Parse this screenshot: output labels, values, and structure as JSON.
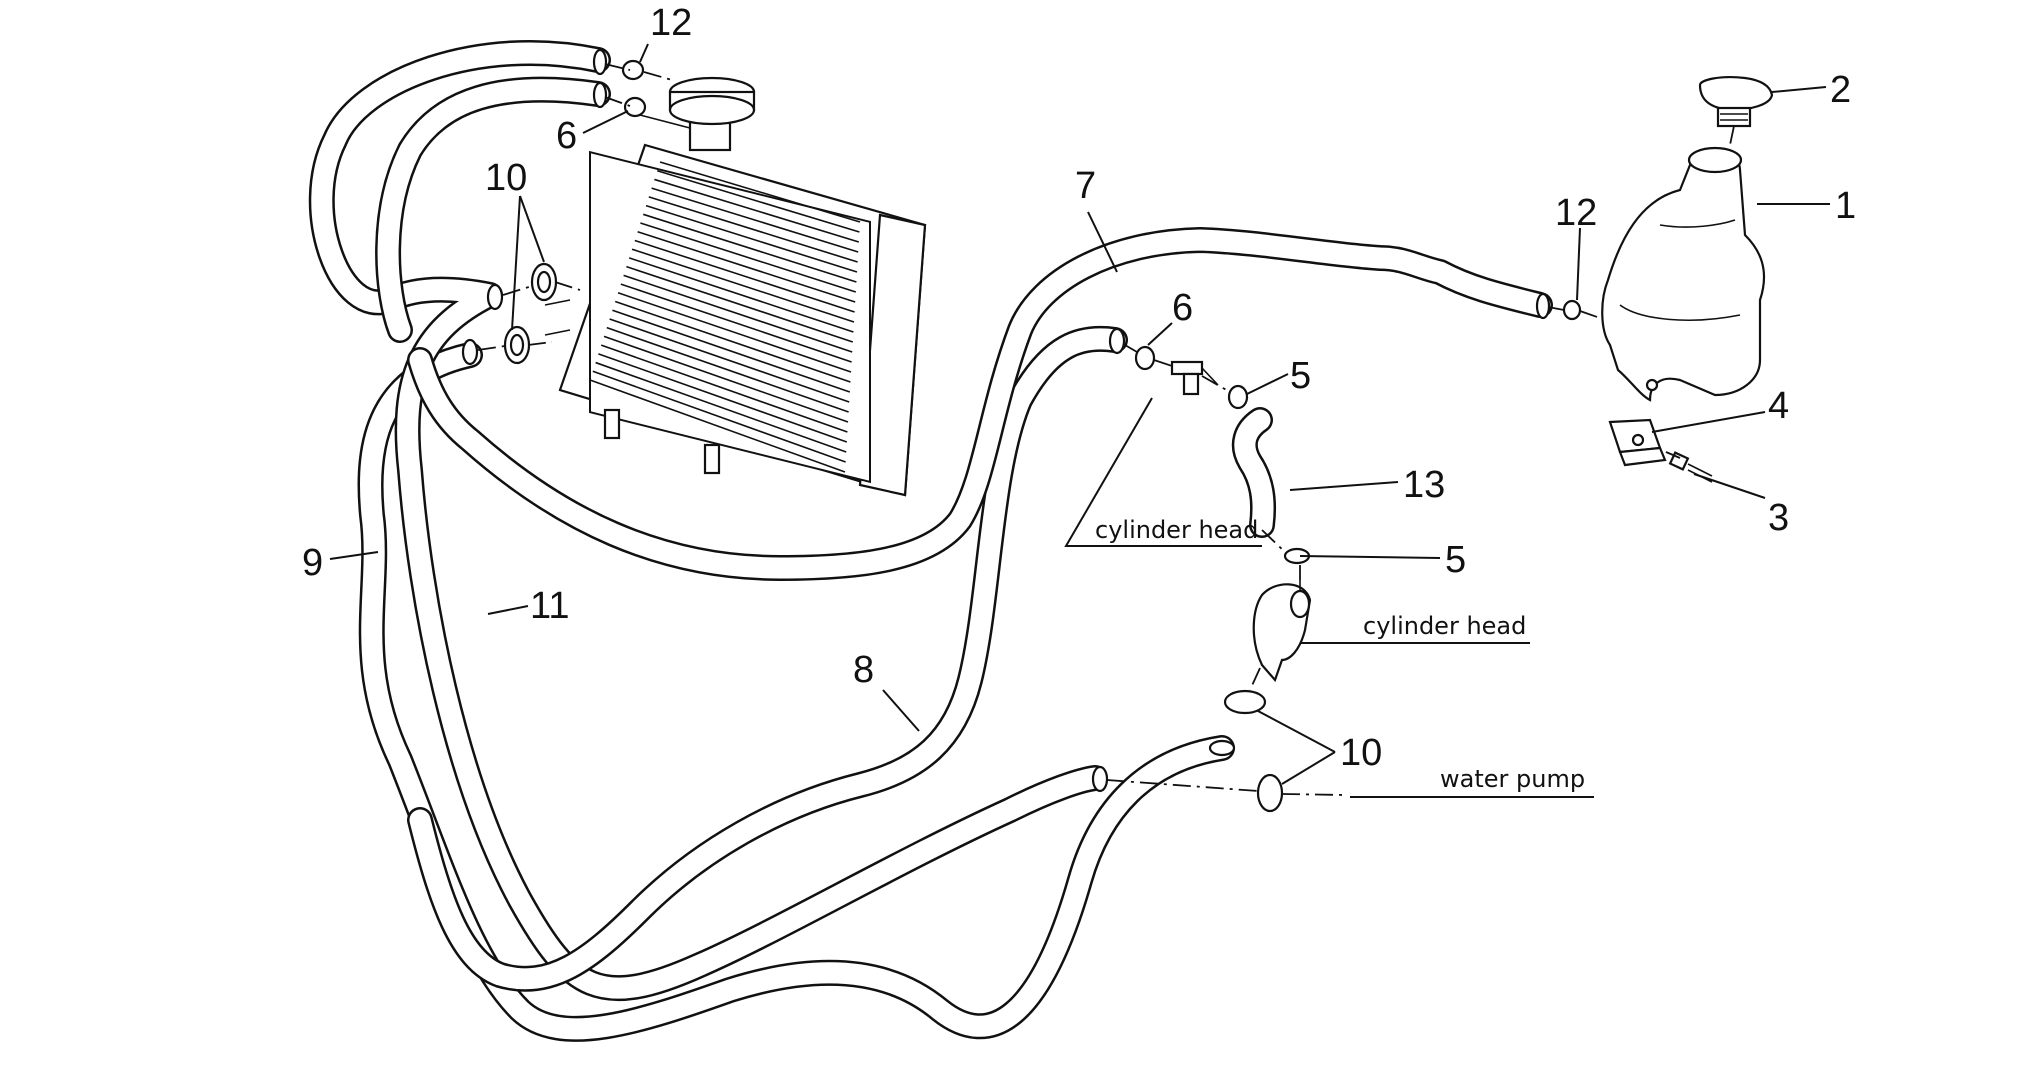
{
  "callouts": {
    "c1": "1",
    "c2": "2",
    "c3": "3",
    "c4": "4",
    "c5a": "5",
    "c5b": "5",
    "c6a": "6",
    "c6b": "6",
    "c7": "7",
    "c8": "8",
    "c9": "9",
    "c10a": "10",
    "c10b": "10",
    "c11": "11",
    "c12a": "12",
    "c12b": "12",
    "c13": "13"
  },
  "notes": {
    "cylinder_head_1": "cylinder head",
    "cylinder_head_2": "cylinder head",
    "water_pump": "water pump"
  }
}
